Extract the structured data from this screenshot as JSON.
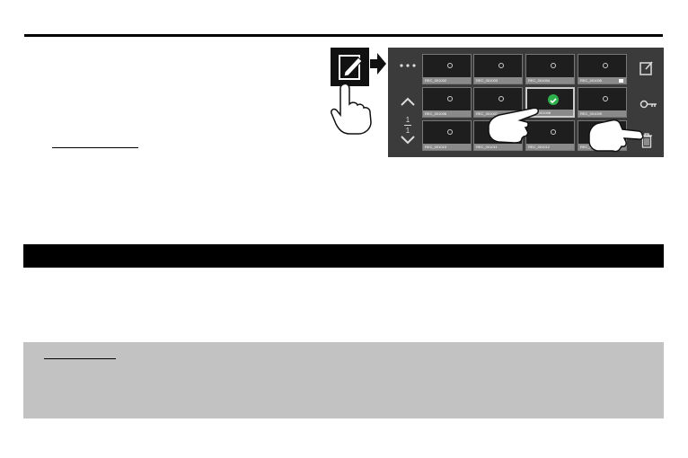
{
  "panel": {
    "page_current": "1",
    "page_total": "1",
    "thumbnails": [
      {
        "label": "REC_001002",
        "selected": false,
        "locked": false
      },
      {
        "label": "REC_001003",
        "selected": false,
        "locked": false
      },
      {
        "label": "REC_001004",
        "selected": false,
        "locked": false
      },
      {
        "label": "REC_001005",
        "selected": false,
        "locked": true
      },
      {
        "label": "REC_001006",
        "selected": false,
        "locked": false
      },
      {
        "label": "REC_001007",
        "selected": false,
        "locked": false
      },
      {
        "label": "REC_001008",
        "selected": true,
        "locked": false
      },
      {
        "label": "REC_001009",
        "selected": false,
        "locked": false
      },
      {
        "label": "REC_001010",
        "selected": false,
        "locked": false
      },
      {
        "label": "REC_001011",
        "selected": false,
        "locked": false
      },
      {
        "label": "REC_001012",
        "selected": false,
        "locked": false
      },
      {
        "label": "REC_001013",
        "selected": false,
        "locked": false
      }
    ],
    "icons": [
      "more-icon",
      "chevron-up-icon",
      "chevron-down-icon",
      "edit-icon",
      "key-icon",
      "trash-icon",
      "checkmark-icon",
      "lock-icon"
    ]
  },
  "colors": {
    "panel_bg": "#3b3b3b",
    "select_check": "#2db04b",
    "section_bar": "#000000",
    "note_bg": "#c2c2c2"
  }
}
